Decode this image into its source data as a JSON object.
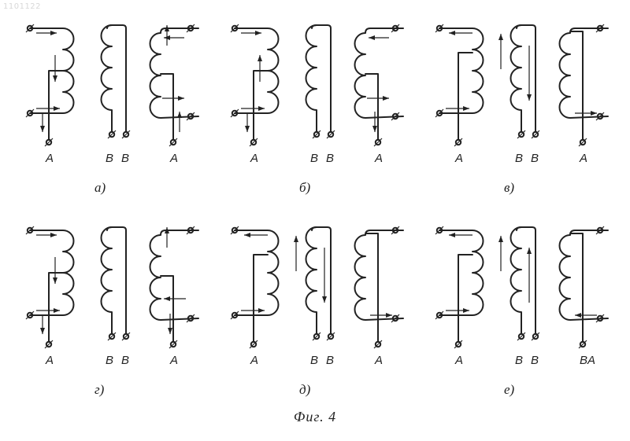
{
  "stamp": "1101122",
  "caption": "Фиг. 4",
  "panels": [
    {
      "key": "a",
      "sublabel": "а)",
      "left_type": "two",
      "right_type": "two",
      "labels": [
        "A",
        "B",
        "B",
        "A"
      ],
      "left_arrows": [
        "in-right",
        "mid-down",
        "bot-right",
        "out-down"
      ],
      "right_arrows": [
        "top-up",
        "top-left",
        "mid-right",
        "out-up"
      ],
      "core_arrow": "none"
    },
    {
      "key": "b",
      "sublabel": "б)",
      "left_type": "two",
      "right_type": "two",
      "labels": [
        "A",
        "B",
        "B",
        "A"
      ],
      "left_arrows": [
        "in-right",
        "mid-up",
        "bot-right",
        "out-down"
      ],
      "right_arrows": [
        "top-left",
        "mid-right",
        "out-down"
      ],
      "core_arrow": "none"
    },
    {
      "key": "v",
      "sublabel": "в)",
      "left_type": "single",
      "right_type": "single",
      "labels": [
        "A",
        "B",
        "B",
        "A"
      ],
      "left_arrows": [
        "in-left",
        "bot-right"
      ],
      "right_arrows": [
        "bot-right"
      ],
      "core_arrow": "mid-down-big-up"
    },
    {
      "key": "g",
      "sublabel": "г)",
      "left_type": "two",
      "right_type": "two",
      "labels": [
        "A",
        "B",
        "B",
        "A"
      ],
      "left_arrows": [
        "in-right",
        "mid-down",
        "bot-right",
        "out-down"
      ],
      "right_arrows": [
        "top-up",
        "mid-left",
        "out-down"
      ],
      "core_arrow": "none"
    },
    {
      "key": "d",
      "sublabel": "д)",
      "left_type": "single",
      "right_type": "single",
      "labels": [
        "A",
        "B",
        "B",
        "A"
      ],
      "left_arrows": [
        "in-left",
        "bot-right"
      ],
      "right_arrows": [
        "bot-right"
      ],
      "core_arrow": "mid-down-big-up"
    },
    {
      "key": "e",
      "sublabel": "е)",
      "left_type": "single",
      "right_type": "single",
      "labels": [
        "A",
        "B",
        "B",
        "BA"
      ],
      "left_arrows": [
        "in-left",
        "bot-right"
      ],
      "right_arrows": [
        "bot-left"
      ],
      "core_arrow": "mid-up-big-up"
    }
  ]
}
